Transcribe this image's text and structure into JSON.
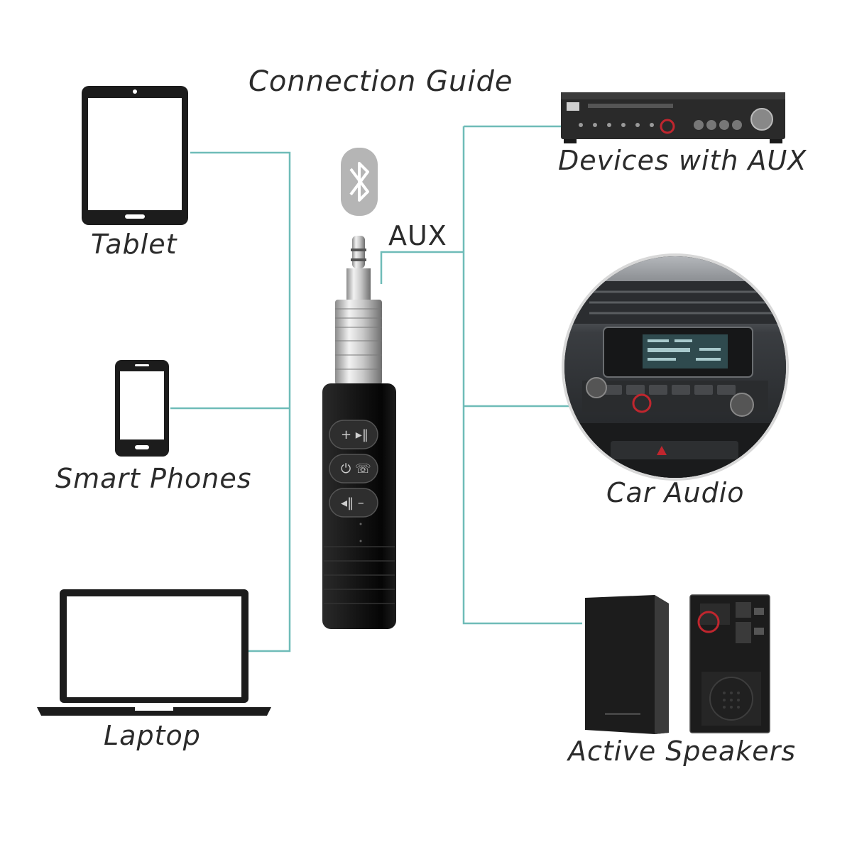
{
  "title": "Connection Guide",
  "aux_label": "AUX",
  "source_devices": [
    {
      "name": "Tablet"
    },
    {
      "name": "Smart Phones"
    },
    {
      "name": "Laptop"
    }
  ],
  "output_devices": [
    {
      "name": "Devices with AUX"
    },
    {
      "name": "Car Audio"
    },
    {
      "name": "Active Speakers"
    }
  ],
  "receiver": {
    "icon": "bluetooth-icon",
    "buttons": [
      {
        "icon": "plus-play-pause-icon"
      },
      {
        "icon": "power-call-icon"
      },
      {
        "icon": "previous-minus-icon"
      }
    ]
  },
  "colors": {
    "connector_line": "#6fbcb8",
    "highlight_ring": "#c0262e"
  }
}
